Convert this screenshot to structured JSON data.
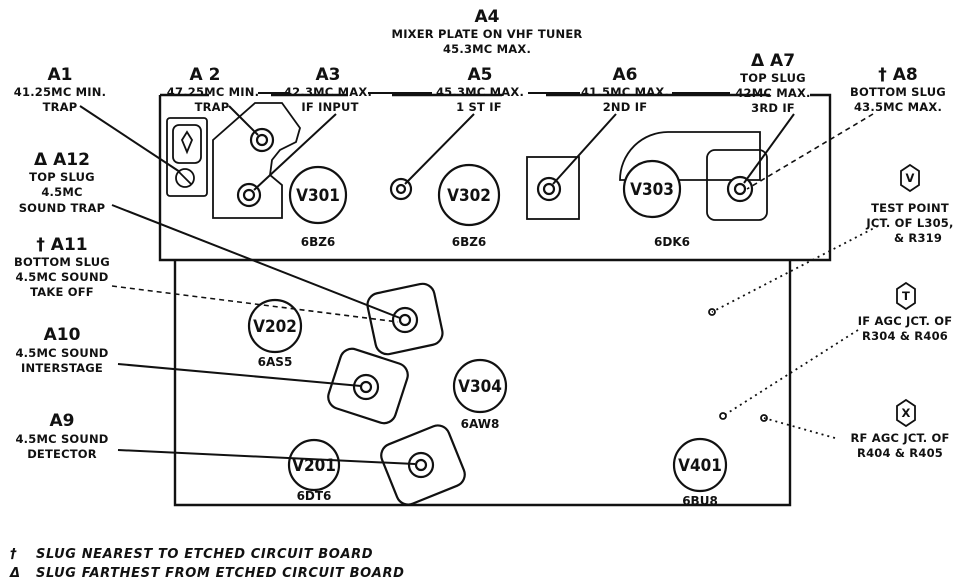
{
  "title": {
    "code": "A4",
    "line1": "MIXER PLATE ON VHF TUNER",
    "line2": "45.3MC MAX."
  },
  "callouts": [
    {
      "id": "A1",
      "code": "A1",
      "lines": [
        "41.25MC MIN.",
        "TRAP"
      ]
    },
    {
      "id": "A2",
      "code": "A 2",
      "lines": [
        "47.25MC MIN.",
        "TRAP"
      ]
    },
    {
      "id": "A3",
      "code": "A3",
      "lines": [
        "42.3MC MAX.",
        "IF INPUT"
      ]
    },
    {
      "id": "A5",
      "code": "A5",
      "lines": [
        "45.3MC MAX.",
        "1 ST IF"
      ]
    },
    {
      "id": "A6",
      "code": "A6",
      "lines": [
        "41.5MC MAX.",
        "2ND IF"
      ]
    },
    {
      "id": "A7",
      "code": "Δ A7",
      "lines": [
        "TOP SLUG",
        "42MC MAX.",
        "3RD IF"
      ]
    },
    {
      "id": "A8",
      "code": "† A8",
      "lines": [
        "BOTTOM SLUG",
        "43.5MC MAX."
      ]
    },
    {
      "id": "A12",
      "code": "Δ A12",
      "lines": [
        "TOP SLUG",
        "4.5MC",
        "SOUND TRAP"
      ]
    },
    {
      "id": "A11",
      "code": "† A11",
      "lines": [
        "BOTTOM SLUG",
        "4.5MC  SOUND",
        "TAKE OFF"
      ]
    },
    {
      "id": "A10",
      "code": "A10",
      "lines": [
        "4.5MC SOUND",
        "INTERSTAGE"
      ]
    },
    {
      "id": "A9",
      "code": "A9",
      "lines": [
        "4.5MC SOUND",
        "DETECTOR"
      ]
    }
  ],
  "test_points": [
    {
      "id": "V",
      "symbol": "V",
      "lines": [
        "TEST POINT",
        "JCT. OF L305,",
        "& R319"
      ]
    },
    {
      "id": "T",
      "symbol": "T",
      "lines": [
        "IF AGC JCT. OF",
        "R304 & R406"
      ]
    },
    {
      "id": "X",
      "symbol": "X",
      "lines": [
        "RF AGC JCT. OF",
        "R404 & R405"
      ]
    }
  ],
  "tubes": [
    {
      "id": "V301",
      "name": "V301",
      "type": "6BZ6"
    },
    {
      "id": "V302",
      "name": "V302",
      "type": "6BZ6"
    },
    {
      "id": "V303",
      "name": "V303",
      "type": "6DK6"
    },
    {
      "id": "V202",
      "name": "V202",
      "type": "6AS5"
    },
    {
      "id": "V304",
      "name": "V304",
      "type": "6AW8"
    },
    {
      "id": "V201",
      "name": "V201",
      "type": "6DT6"
    },
    {
      "id": "V401",
      "name": "V401",
      "type": "6BU8"
    }
  ],
  "legend": [
    {
      "symbol": "†",
      "text": "SLUG NEAREST TO ETCHED CIRCUIT BOARD"
    },
    {
      "symbol": "Δ",
      "text": "SLUG FARTHEST FROM ETCHED CIRCUIT BOARD"
    }
  ]
}
